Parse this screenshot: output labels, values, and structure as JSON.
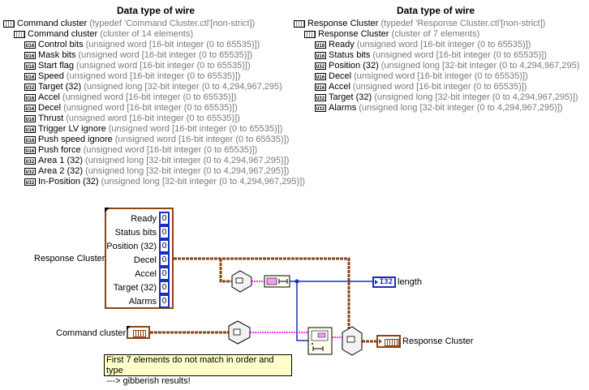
{
  "headers": {
    "left": "Data type of wire",
    "right": "Data type of wire"
  },
  "command_tree": [
    {
      "level": 0,
      "icon": "cluster",
      "name": "Command cluster",
      "desc": "(typedef 'Command Cluster.ctl'[non-strict])"
    },
    {
      "level": 1,
      "icon": "cluster",
      "name": "Command cluster",
      "desc": "(cluster of 14 elements)"
    },
    {
      "level": 2,
      "icon": "U16",
      "name": "Control bits",
      "desc": "(unsigned word [16-bit integer (0 to 65535)])"
    },
    {
      "level": 2,
      "icon": "U16",
      "name": "Mask bits",
      "desc": "(unsigned word [16-bit integer (0 to 65535)])"
    },
    {
      "level": 2,
      "icon": "U16",
      "name": "Start flag",
      "desc": "(unsigned word [16-bit integer (0 to 65535)])"
    },
    {
      "level": 2,
      "icon": "U16",
      "name": "Speed",
      "desc": "(unsigned word [16-bit integer (0 to 65535)])"
    },
    {
      "level": 2,
      "icon": "U32",
      "name": "Target (32)",
      "desc": "(unsigned long [32-bit integer (0 to 4,294,967,295)"
    },
    {
      "level": 2,
      "icon": "U16",
      "name": "Accel",
      "desc": "(unsigned word [16-bit integer (0 to 65535)])"
    },
    {
      "level": 2,
      "icon": "U16",
      "name": "Decel",
      "desc": "(unsigned word [16-bit integer (0 to 65535)])"
    },
    {
      "level": 2,
      "icon": "U16",
      "name": "Thrust",
      "desc": "(unsigned word [16-bit integer (0 to 65535)])"
    },
    {
      "level": 2,
      "icon": "U16",
      "name": "Trigger LV ignore",
      "desc": "(unsigned word [16-bit integer (0 to 65535)])"
    },
    {
      "level": 2,
      "icon": "U16",
      "name": "Push speed ignore",
      "desc": "(unsigned word [16-bit integer (0 to 65535)])"
    },
    {
      "level": 2,
      "icon": "U16",
      "name": "Push force",
      "desc": "(unsigned word [16-bit integer (0 to 65535)])"
    },
    {
      "level": 2,
      "icon": "U32",
      "name": "Area 1 (32)",
      "desc": "(unsigned long [32-bit integer (0 to 4,294,967,295)])"
    },
    {
      "level": 2,
      "icon": "U32",
      "name": "Area 2 (32)",
      "desc": "(unsigned long [32-bit integer (0 to 4,294,967,295)])"
    },
    {
      "level": 2,
      "icon": "U32",
      "name": "In-Position (32)",
      "desc": "(unsigned long [32-bit integer (0 to 4,294,967,295)])"
    }
  ],
  "response_tree": [
    {
      "level": 0,
      "icon": "cluster",
      "name": "Response Cluster",
      "desc": "(typedef 'Response Cluster.ctl'[non-strict])"
    },
    {
      "level": 1,
      "icon": "cluster",
      "name": "Response Cluster",
      "desc": "(cluster of 7 elements)"
    },
    {
      "level": 2,
      "icon": "U16",
      "name": "Ready",
      "desc": "(unsigned word [16-bit integer (0 to 65535)])"
    },
    {
      "level": 2,
      "icon": "U16",
      "name": "Status bits",
      "desc": "(unsigned word [16-bit integer (0 to 65535)])"
    },
    {
      "level": 2,
      "icon": "U32",
      "name": "Position (32)",
      "desc": "(unsigned long [32-bit integer (0 to 4,294,967,295)"
    },
    {
      "level": 2,
      "icon": "U16",
      "name": "Decel",
      "desc": "(unsigned word [16-bit integer (0 to 65535)])"
    },
    {
      "level": 2,
      "icon": "U16",
      "name": "Accel",
      "desc": "(unsigned word [16-bit integer (0 to 65535)])"
    },
    {
      "level": 2,
      "icon": "U32",
      "name": "Target (32)",
      "desc": "(unsigned long [32-bit integer (0 to 4,294,967,295)])"
    },
    {
      "level": 2,
      "icon": "U32",
      "name": "Alarms",
      "desc": "(unsigned long [32-bit integer (0 to 4,294,967,295)])"
    }
  ],
  "diagram": {
    "response_constant_label": "Response Cluster",
    "response_fields": [
      {
        "name": "Ready",
        "value": "0"
      },
      {
        "name": "Status bits",
        "value": "0"
      },
      {
        "name": "Position (32)",
        "value": "0"
      },
      {
        "name": "Decel",
        "value": "0"
      },
      {
        "name": "Accel",
        "value": "0"
      },
      {
        "name": "Target (32)",
        "value": "0"
      },
      {
        "name": "Alarms",
        "value": "0"
      }
    ],
    "command_label": "Command cluster",
    "length_indicator_type": "I32",
    "length_label": "length",
    "response_indicator_label": "Response Cluster",
    "note_line1": "First 7 elements do not match in order and type",
    "note_line2": "---> gibberish results!",
    "wire_colors": {
      "cluster": "#8b4513",
      "flatten": "#ff33ff",
      "integer": "#1b2dbf"
    }
  }
}
